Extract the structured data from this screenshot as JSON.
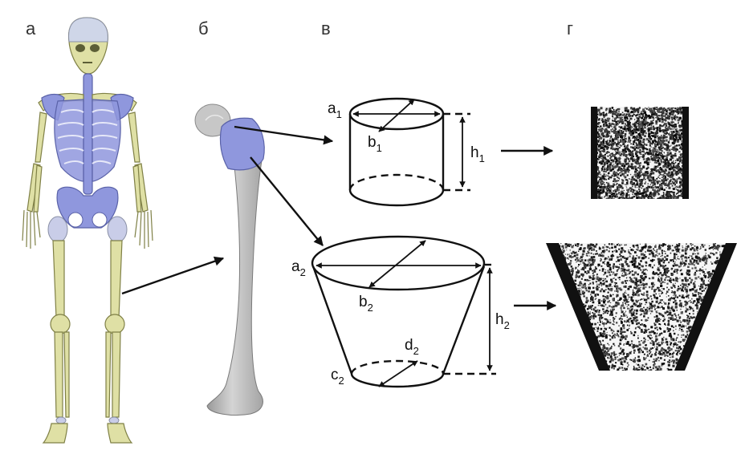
{
  "panels": {
    "a": "а",
    "b": "б",
    "v": "в",
    "g": "г"
  },
  "labels": {
    "a1": {
      "main": "a",
      "sub": "1"
    },
    "b1": {
      "main": "b",
      "sub": "1"
    },
    "h1": {
      "main": "h",
      "sub": "1"
    },
    "a2": {
      "main": "a",
      "sub": "2"
    },
    "b2": {
      "main": "b",
      "sub": "2"
    },
    "h2": {
      "main": "h",
      "sub": "2"
    },
    "c2": {
      "main": "c",
      "sub": "2"
    },
    "d2": {
      "main": "d",
      "sub": "2"
    }
  },
  "colors": {
    "bone": "#dfe0a5",
    "highlight": "#8f97dd",
    "femur": "#bcbcbc",
    "ink": "#111111"
  }
}
